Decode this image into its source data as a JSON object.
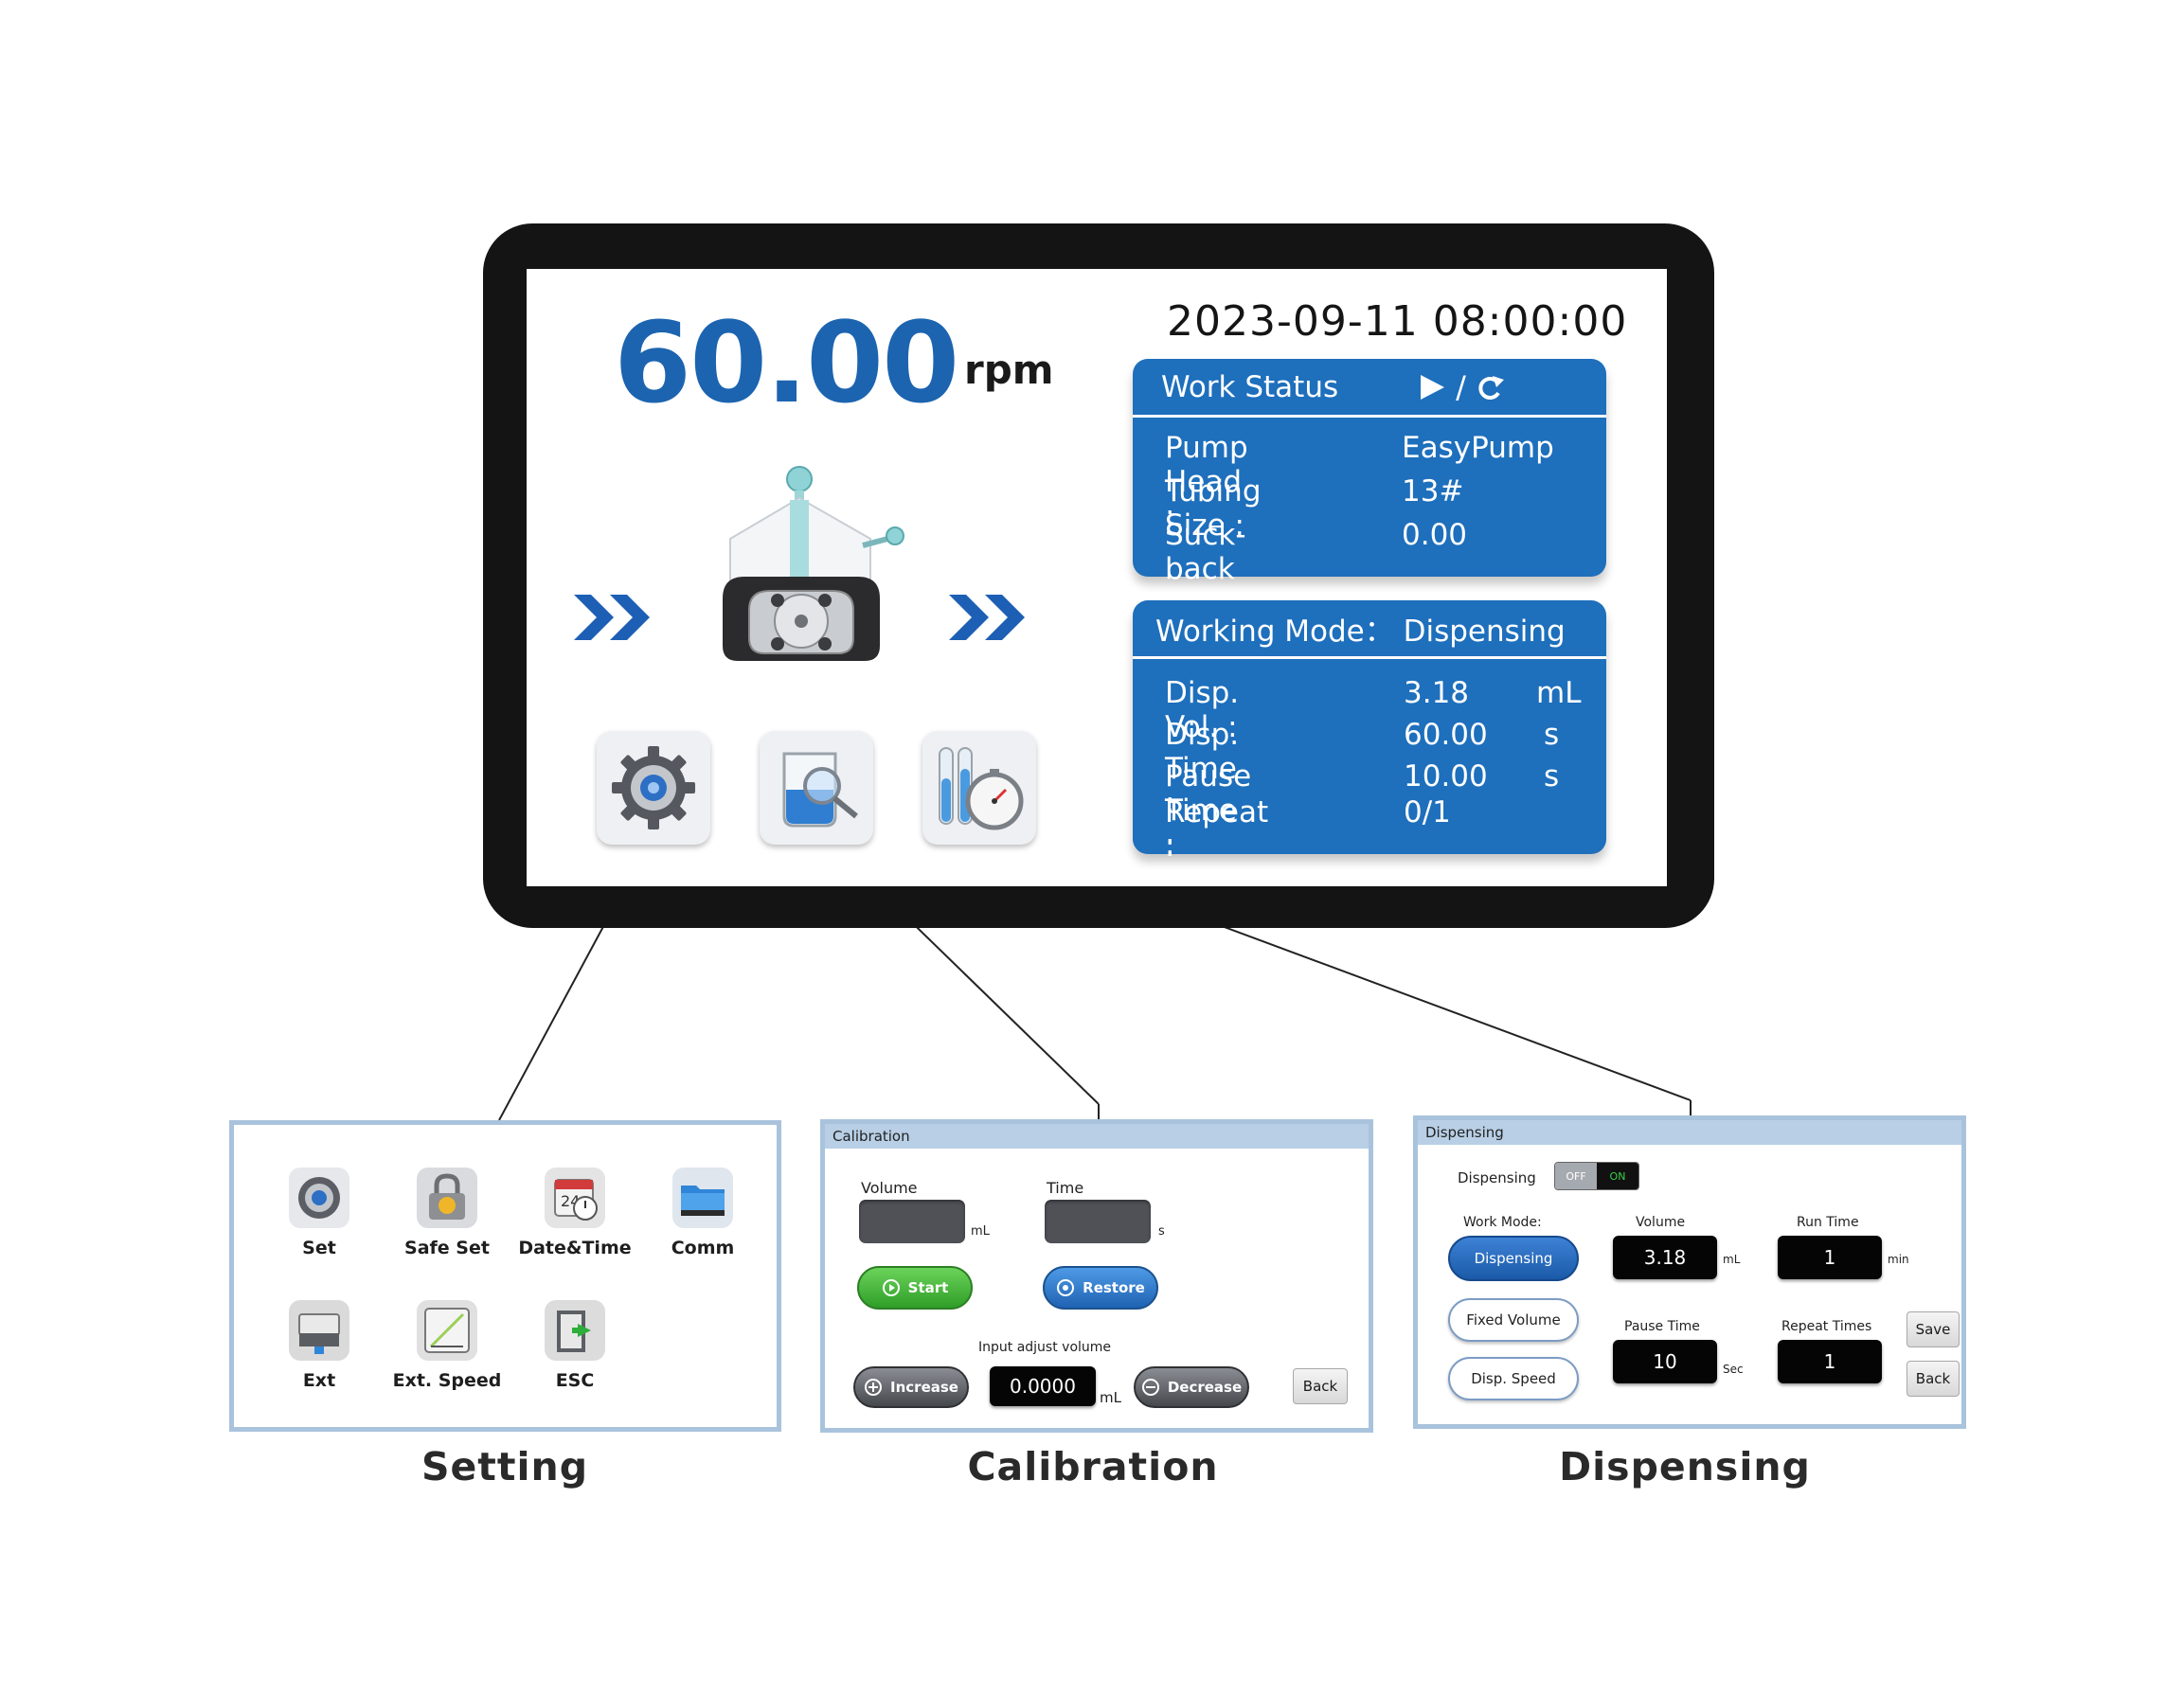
{
  "main_screen": {
    "speed_value": "60.00",
    "speed_unit": "rpm",
    "datetime": "2023-09-11  08:00:00",
    "work_status": {
      "title": "Work Status",
      "rows": [
        {
          "label": "Pump Head :",
          "value": "EasyPump"
        },
        {
          "label": "Tubing Size :",
          "value": "13#"
        },
        {
          "label": "Suck-back :",
          "value": "0.00"
        }
      ]
    },
    "working_mode": {
      "title": "Working Mode： Dispensing",
      "rows": [
        {
          "label": "Disp. Vol.  :",
          "value": "3.18",
          "unit": "mL"
        },
        {
          "label": "Disp. Time :",
          "value": "60.00",
          "unit": "s"
        },
        {
          "label": "Pause Time :",
          "value": "10.00",
          "unit": "s"
        },
        {
          "label": "Repeat  :",
          "value": "0/1",
          "unit": ""
        }
      ]
    },
    "tiles": [
      {
        "icon": "gear-icon"
      },
      {
        "icon": "beaker-magnifier-icon"
      },
      {
        "icon": "test-tubes-stopwatch-icon"
      }
    ],
    "colors": {
      "accent": "#1e6fbc",
      "speed": "#1c64b0",
      "bezel": "#141414"
    }
  },
  "setting_window": {
    "caption": "Setting",
    "items": [
      {
        "label": "Set",
        "icon": "gear-icon"
      },
      {
        "label": "Safe Set",
        "icon": "lock-icon"
      },
      {
        "label": "Date&Time",
        "icon": "calendar-clock-icon"
      },
      {
        "label": "Comm",
        "icon": "folder-comm-icon"
      },
      {
        "label": "Ext",
        "icon": "ext-device-icon"
      },
      {
        "label": "Ext. Speed",
        "icon": "ext-speed-icon"
      },
      {
        "label": "ESC",
        "icon": "exit-door-icon"
      }
    ]
  },
  "calibration_window": {
    "title": "Calibration",
    "caption": "Calibration",
    "volume_label": "Volume",
    "volume_unit": "mL",
    "time_label": "Time",
    "time_unit": "s",
    "start_label": "Start",
    "restore_label": "Restore",
    "adjust_label": "Input adjust volume",
    "increase_label": "Increase",
    "adjust_value": "0.0000",
    "adjust_unit": "mL",
    "decrease_label": "Decrease",
    "back_label": "Back"
  },
  "dispensing_window": {
    "title": "Dispensing",
    "caption": "Dispensing",
    "dispensing_label": "Dispensing",
    "toggle_off": "OFF",
    "toggle_on": "ON",
    "work_mode_label": "Work Mode:",
    "modes": [
      "Dispensing",
      "Fixed Volume",
      "Disp. Speed"
    ],
    "volume_label": "Volume",
    "volume_value": "3.18",
    "volume_unit": "mL",
    "run_time_label": "Run Time",
    "run_time_value": "1",
    "run_time_unit": "min",
    "pause_time_label": "Pause Time",
    "pause_time_value": "10",
    "pause_time_unit": "Sec",
    "repeat_label": "Repeat Times",
    "repeat_value": "1",
    "save_label": "Save",
    "back_label": "Back"
  }
}
